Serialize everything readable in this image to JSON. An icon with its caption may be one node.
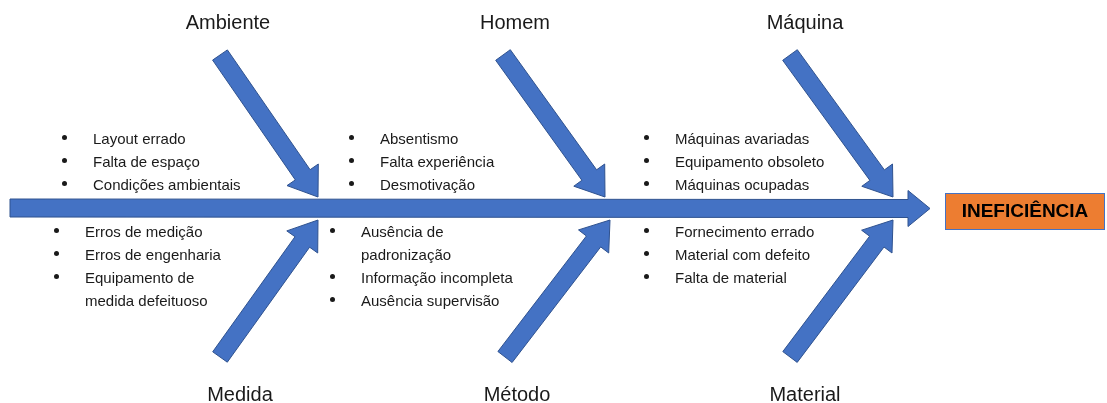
{
  "diagram": {
    "nodes": [
      {
        "text": [
          "Ambiente"
        ]
      },
      {
        "text": [
          "Homem"
        ]
      },
      {
        "text": [
          "Máquina"
        ]
      },
      {
        "text": [
          "Medida"
        ]
      },
      {
        "text": [
          "Método"
        ]
      },
      {
        "text": [
          "Material"
        ]
      },
      {
        "text": [
          "INEFICIÊNCIA"
        ]
      }
    ],
    "edges": [
      {
        "from": 0,
        "to": null,
        "arrow": "to"
      },
      {
        "from": 1,
        "to": null,
        "arrow": "to"
      },
      {
        "from": 2,
        "to": null,
        "arrow": "to"
      },
      {
        "from": 3,
        "to": null,
        "arrow": "to"
      },
      {
        "from": 4,
        "to": null,
        "arrow": "to"
      },
      {
        "from": 5,
        "to": null,
        "arrow": "to"
      },
      {
        "from": null,
        "to": 6,
        "arrow": "to"
      }
    ],
    "labels": [
      "Layout errado",
      "Falta de espaço",
      "Condições ambientais",
      "Absentismo",
      "Falta experiência",
      "Desmotivação",
      "Máquinas avariadas",
      "Equipamento obsoleto",
      "Máquinas ocupadas",
      "Erros de medição",
      "Erros de engenharia",
      "Equipamento de medida defeituoso",
      "Ausência de padronização",
      "Informação incompleta",
      "Ausência supervisão",
      "Fornecimento errado",
      "Material com defeito",
      "Falta de material"
    ]
  }
}
